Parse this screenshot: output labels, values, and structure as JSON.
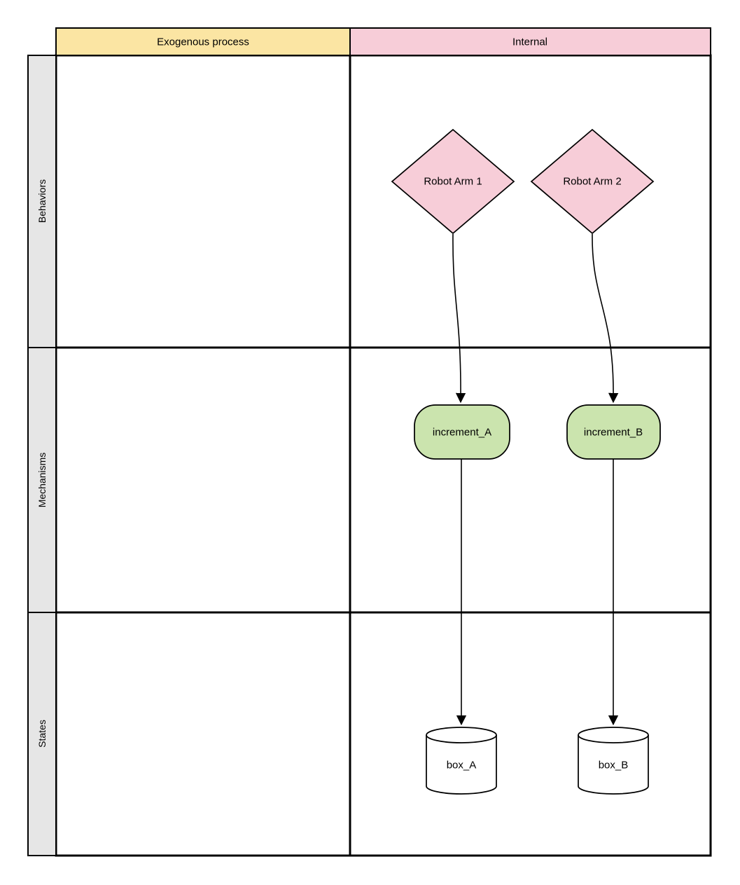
{
  "diagram": {
    "column_headers": [
      {
        "id": "exogenous-process",
        "label": "Exogenous process",
        "fill": "#fbe5a3"
      },
      {
        "id": "internal",
        "label": "Internal",
        "fill": "#f7cdd8"
      }
    ],
    "row_headers": [
      {
        "id": "behaviors",
        "label": "Behaviors"
      },
      {
        "id": "mechanisms",
        "label": "Mechanisms"
      },
      {
        "id": "states",
        "label": "States"
      }
    ],
    "nodes": [
      {
        "id": "robot-arm-1",
        "label": "Robot Arm 1",
        "shape": "diamond",
        "fill": "#f7cdd8",
        "row": "Behaviors",
        "column": "Internal"
      },
      {
        "id": "robot-arm-2",
        "label": "Robot Arm 2",
        "shape": "diamond",
        "fill": "#f7cdd8",
        "row": "Behaviors",
        "column": "Internal"
      },
      {
        "id": "increment-a",
        "label": "increment_A",
        "shape": "rounded-rectangle",
        "fill": "#cbe4ae",
        "row": "Mechanisms",
        "column": "Internal"
      },
      {
        "id": "increment-b",
        "label": "increment_B",
        "shape": "rounded-rectangle",
        "fill": "#cbe4ae",
        "row": "Mechanisms",
        "column": "Internal"
      },
      {
        "id": "box-a",
        "label": "box_A",
        "shape": "cylinder",
        "fill": "#ffffff",
        "row": "States",
        "column": "Internal"
      },
      {
        "id": "box-b",
        "label": "box_B",
        "shape": "cylinder",
        "fill": "#ffffff",
        "row": "States",
        "column": "Internal"
      }
    ],
    "edges": [
      {
        "from": "Robot Arm 1",
        "to": "increment_A",
        "style": "curved-arrow"
      },
      {
        "from": "Robot Arm 2",
        "to": "increment_B",
        "style": "curved-arrow"
      },
      {
        "from": "increment_A",
        "to": "box_A",
        "style": "straight-arrow"
      },
      {
        "from": "increment_B",
        "to": "box_B",
        "style": "straight-arrow"
      }
    ],
    "colors": {
      "row_header_fill": "#e6e6e6",
      "grid_border": "#000000",
      "canvas_background": "#ffffff"
    }
  }
}
